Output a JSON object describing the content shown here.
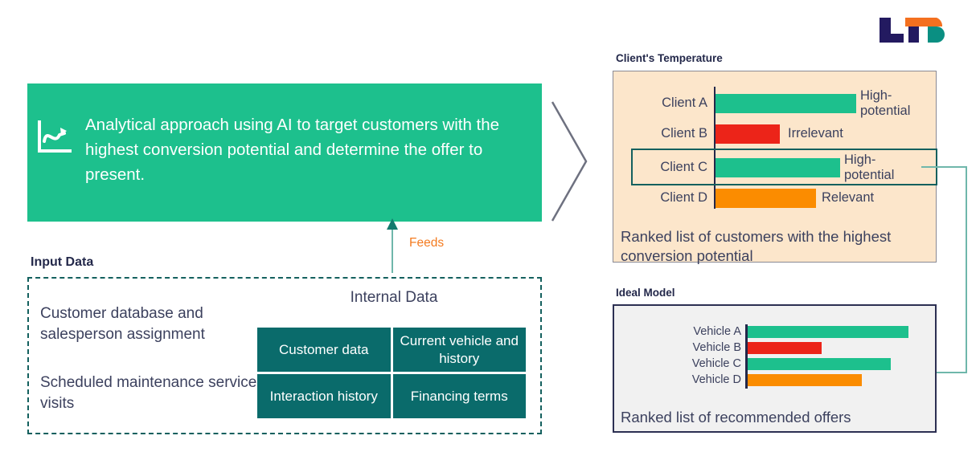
{
  "logo": {
    "name": "LTP",
    "navy": "#231a60",
    "orange": "#f4701f",
    "teal": "#0a8f82"
  },
  "hero": {
    "icon": "line-chart-trend-icon",
    "text": "Analytical approach using AI to target customers with the highest conversion potential and determine the offer to present.",
    "background": "#1dc08d"
  },
  "feeds": {
    "label": "Feeds",
    "color": "#f47b20",
    "arrow_color": "#3aa99a"
  },
  "chevron": {
    "name": "chevron-right-connector",
    "color": "#6e7180"
  },
  "input_data": {
    "title": "Input Data",
    "lines": [
      "Customer database and salesperson assignment",
      "Scheduled maintenance service visits"
    ],
    "internal_title": "Internal Data",
    "internal_cells": [
      "Customer data",
      "Current vehicle and history",
      "Interaction history",
      "Financing terms"
    ],
    "border_color": "#14605e",
    "cell_color": "#0a6b6b"
  },
  "temperature_panel": {
    "title": "Client's Temperature",
    "caption": "Ranked list of customers with the highest conversion potential",
    "background": "#fce6cb",
    "highlight_row": "Client C",
    "highlight_color": "#14605e"
  },
  "model_panel": {
    "title": "Ideal Model",
    "caption": "Ranked list of recommended offers",
    "background": "#f1f1f1",
    "border_color": "#2c2f52"
  },
  "chart_data": [
    {
      "type": "bar",
      "title": "Client's Temperature",
      "orientation": "horizontal",
      "categories": [
        "Client A",
        "Client B",
        "Client C",
        "Client D"
      ],
      "values": [
        175,
        80,
        155,
        125
      ],
      "xlabel": "",
      "ylabel": "",
      "xlim": [
        0,
        200
      ],
      "grid": false,
      "legend": "none",
      "annotations": [
        "High-potential",
        "Irrelevant",
        "High-potential",
        "Relevant"
      ],
      "colors": [
        "#1dc08d",
        "#ec2419",
        "#1dc08d",
        "#fb8c00"
      ],
      "bars": [
        {
          "category": "Client A",
          "value": 175,
          "label": "High-potential",
          "color": "#1dc08d"
        },
        {
          "category": "Client B",
          "value": 80,
          "label": "Irrelevant",
          "color": "#ec2419"
        },
        {
          "category": "Client C",
          "value": 155,
          "label": "High-potential",
          "color": "#1dc08d"
        },
        {
          "category": "Client D",
          "value": 125,
          "label": "Relevant",
          "color": "#fb8c00"
        }
      ]
    },
    {
      "type": "bar",
      "title": "Ideal Model",
      "orientation": "horizontal",
      "categories": [
        "Vehicle A",
        "Vehicle B",
        "Vehicle C",
        "Vehicle D"
      ],
      "values": [
        200,
        92,
        178,
        142
      ],
      "xlabel": "",
      "ylabel": "",
      "xlim": [
        0,
        210
      ],
      "grid": false,
      "legend": "none",
      "colors": [
        "#1dc08d",
        "#ec2419",
        "#1dc08d",
        "#fb8c00"
      ],
      "bars": [
        {
          "category": "Vehicle A",
          "value": 200,
          "color": "#1dc08d"
        },
        {
          "category": "Vehicle B",
          "value": 92,
          "color": "#ec2419"
        },
        {
          "category": "Vehicle C",
          "value": 178,
          "color": "#1dc08d"
        },
        {
          "category": "Vehicle D",
          "value": 142,
          "color": "#fb8c00"
        }
      ]
    }
  ]
}
